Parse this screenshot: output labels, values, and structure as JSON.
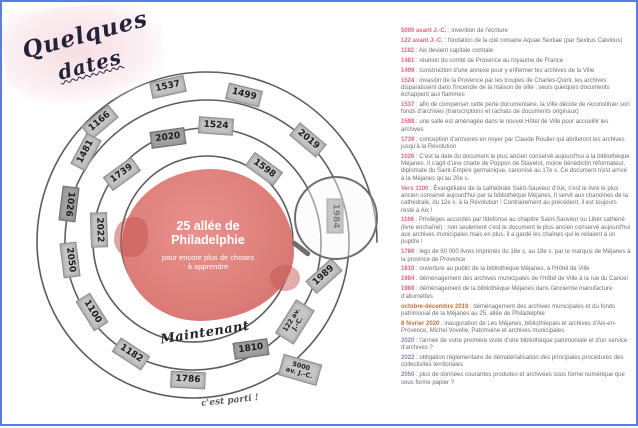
{
  "palette": {
    "page_border": "#5b7be8",
    "date_pink": "#e0647e",
    "date_orange": "#c2703d",
    "date_purple": "#8f85ad",
    "blob_red": "#df7f7a",
    "tile_gray": "#c6c6c6"
  },
  "title": {
    "line1": "Quelques",
    "line2": "dates"
  },
  "spiral": {
    "center": {
      "title": "25 allée de Philadelphie",
      "subtitle": "pour encore plus de choses à apprendre"
    },
    "now_label": "Maintenant",
    "start_label": "c'est parti !",
    "magnifier_icon": "magnifier-icon",
    "tiles": [
      {
        "label": "1166"
      },
      {
        "label": "1537"
      },
      {
        "label": "1499"
      },
      {
        "label": "2019"
      },
      {
        "label": "1984"
      },
      {
        "label": "1989"
      },
      {
        "label": "122 av. J.-C."
      },
      {
        "label": "5000 av. J.-C."
      },
      {
        "label": "1810"
      },
      {
        "label": "1786"
      },
      {
        "label": "1182"
      },
      {
        "label": "1100"
      },
      {
        "label": "2050"
      },
      {
        "label": "1026"
      },
      {
        "label": "1481"
      },
      {
        "label": "2020"
      },
      {
        "label": "1739"
      },
      {
        "label": "2022"
      },
      {
        "label": "1598"
      },
      {
        "label": "1524"
      }
    ]
  },
  "timeline": {
    "entries": [
      {
        "date": "5000 avant J.-C.",
        "date_color": "#e0647e",
        "text": " : invention de l'écriture"
      },
      {
        "date": "122 avant J.-C.",
        "date_color": "#e0647e",
        "text": " : fondation de la cité romaine Aquae Sextiae (par Sextius Calvinus)"
      },
      {
        "date": "1182",
        "date_color": "#e0647e",
        "text": " : Aix devient capitale comtale"
      },
      {
        "date": "1481",
        "date_color": "#e0647e",
        "text": " : réunion du comté de Provence au royaume de France"
      },
      {
        "date": "1499",
        "date_color": "#e0647e",
        "text": " : construction d'une annexe pour y enfermer les archives de la Ville"
      },
      {
        "date": "1524",
        "date_color": "#e0647e",
        "text": " : invasion de la Provence par les troupes de Charles-Quint, les archives disparaissent dans l'incendie de la maison de ville ; seuls quelques documents échappent aux flammes"
      },
      {
        "date": "1537",
        "date_color": "#e0647e",
        "text": " : afin de compenser cette perte documentaire, la Ville décide de reconstituer son fonds d'archives (transcriptions et rachats de documents originaux)"
      },
      {
        "date": "1598",
        "date_color": "#e0647e",
        "text": " : une salle est aménagée dans le nouvel Hôtel de Ville pour accueillir les archives"
      },
      {
        "date": "1739",
        "date_color": "#e0647e",
        "text": " : conception d'armoires en noyer par Claude Roulier qui abriteront les archives jusqu'à la Révolution"
      },
      {
        "date": "1026",
        "date_color": "#e0647e",
        "text": " : C'est la date du document le plus ancien conservé aujourd'hui à la bibliothèque Méjanes. Il s'agit d'une charte de Poppon de Stavelot, moine bénédictin réformateur, diplomate du Saint-Empire germanique, canonisé au 17e s. Ce document n'est arrivé à la Méjanes qu'au 20e s."
      },
      {
        "date": "Vers 1100",
        "date_color": "#e0647e",
        "text": " : Évangéliaire de la cathédrale Saint-Sauveur d'Aix, c'est le livre le plus ancien conservé aujourd'hui par la bibliothèque Méjanes. Il servit aux chanoines de la cathédrale, du 12e s. à la Révolution ! Contrairement au précédent, il est toujours resté à Aix !"
      },
      {
        "date": "1166",
        "date_color": "#e0647e",
        "text": " : Privilèges accordés par Ildefonse au chapitre Saint-Sauveur ou Liber cathené (livre enchaîné) : non seulement c'est le document le plus ancien conservé aujourd'hui aux archives municipales mais en plus, il a gardé les chaînes qui le reliaient à un pupitre !"
      },
      {
        "date": "1786",
        "date_color": "#e0647e",
        "text": " : legs de 60 000 livres imprimés du 16e s. au 18e s. par le marquis de Méjanes à la province de Provence"
      },
      {
        "date": "1810",
        "date_color": "#e0647e",
        "text": " : ouverture au public de la bibliothèque Méjanes, à l'Hôtel de Ville"
      },
      {
        "date": "1984",
        "date_color": "#e0647e",
        "text": " : déménagement des archives municipales de l'Hôtel de Ville à la rue du Cancel"
      },
      {
        "date": "1989",
        "date_color": "#e0647e",
        "text": " : déménagement de la bibliothèque Méjanes dans l'ancienne manufacture d'allumettes"
      },
      {
        "date": "octobre-décembre 2019",
        "date_color": "#c2703d",
        "text": " : déménagement des archives municipales et du fonds patrimonial de la Méjanes au 25, allée de Philadelphie"
      },
      {
        "date": "8 février 2020",
        "date_color": "#c2703d",
        "text": " : inauguration de Les Méjanes, bibliothèques et archives d'Aix-en-Provence, Michel Vovelle, Patrimoine et archives municipales"
      },
      {
        "date": "2020",
        "date_color": "#8f85ad",
        "text": " : l'année de votre première visite d'une bibliothèque patrimoniale et d'un service d'archives ?"
      },
      {
        "date": "2022",
        "date_color": "#8f85ad",
        "text": " : obligation réglementaire de dématérialisation des principales procédures des collectivités territoriales"
      },
      {
        "date": "2050",
        "date_color": "#8f85ad",
        "text": " : plus de données courantes produites et archivées sous forme numérique que sous forme papier ?"
      }
    ]
  }
}
